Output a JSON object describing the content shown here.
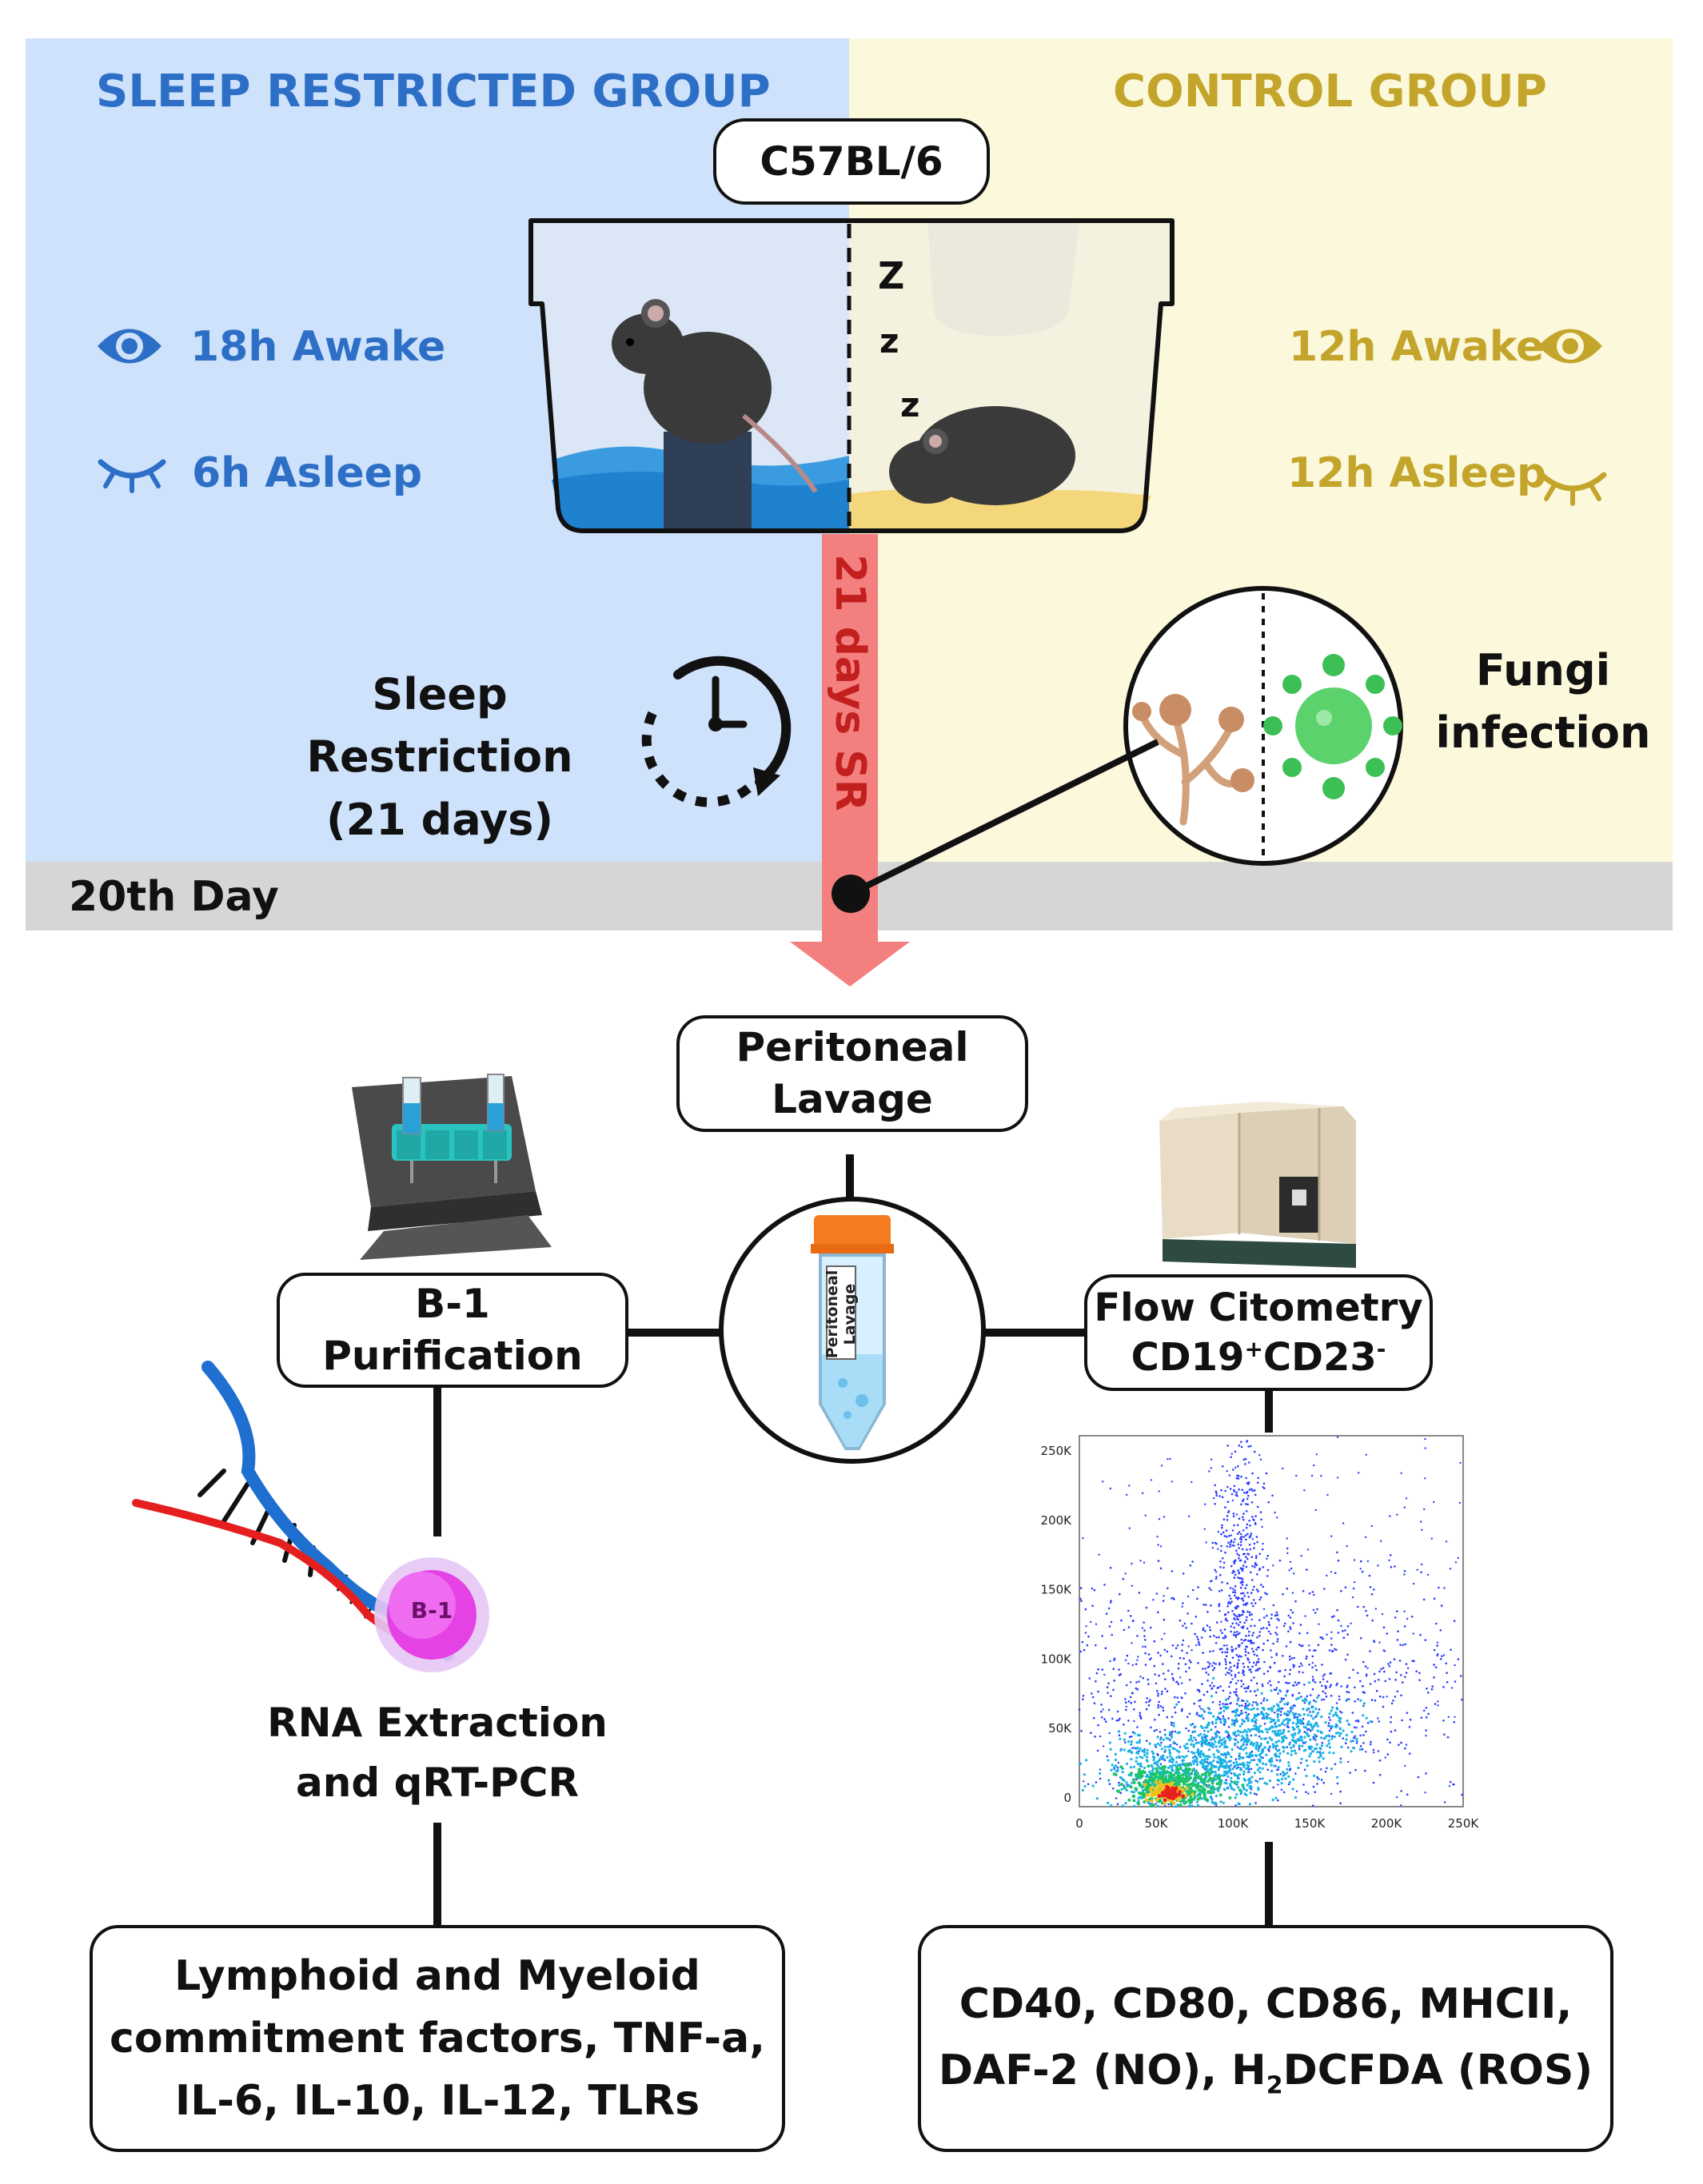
{
  "groups": {
    "restricted": {
      "title": "SLEEP RESTRICTED GROUP",
      "awake": "18h Awake",
      "asleep": "6h Asleep"
    },
    "control": {
      "title": "CONTROL GROUP",
      "awake": "12h Awake",
      "asleep": "12h Asleep"
    }
  },
  "strain": "C57BL/6",
  "zzz": [
    "Z",
    "z",
    "z"
  ],
  "protocol": {
    "restriction_line1": "Sleep Restriction",
    "restriction_line2": "(21 days)",
    "arrow_label": "21 days SR",
    "day_label": "20th Day",
    "infection_line1": "Fungi",
    "infection_line2": "infection"
  },
  "lavage": {
    "line1": "Peritoneal",
    "line2": "Lavage",
    "tube_line1": "Peritoneal",
    "tube_line2": "Lavage"
  },
  "left_branch": {
    "box_line1": "B-1",
    "box_line2": "Purification",
    "cell_label": "B-1",
    "rna_line1": "RNA Extraction",
    "rna_line2": "and qRT-PCR",
    "result_lines": [
      "Lymphoid and Myeloid",
      "commitment factors, TNF-a,",
      "IL-6, IL-10, IL-12, TLRs"
    ]
  },
  "right_branch": {
    "box_line1": "Flow Citometry",
    "box_line2_main": "CD19",
    "box_line2_sup1": "+",
    "box_line2_mid": "CD23",
    "box_line2_sup2": "-",
    "plot_y_ticks": [
      "250K",
      "200K",
      "150K",
      "100K",
      "50K",
      "0"
    ],
    "plot_x_ticks": [
      "0",
      "50K",
      "100K",
      "150K",
      "200K",
      "250K"
    ],
    "result_line1": "CD40, CD80, CD86, MHCII,",
    "result_line2_a": "DAF-2 (NO), H",
    "result_line2_sub": "2",
    "result_line2_b": "DCFDA (ROS)"
  },
  "colors": {
    "restricted_bg": "#cfe2fb",
    "control_bg": "#fcf8dc",
    "restricted_text": "#2d6fc6",
    "control_text": "#c4a52c",
    "arrow": "#f47f7f",
    "day_band": "#d6d6d6"
  }
}
